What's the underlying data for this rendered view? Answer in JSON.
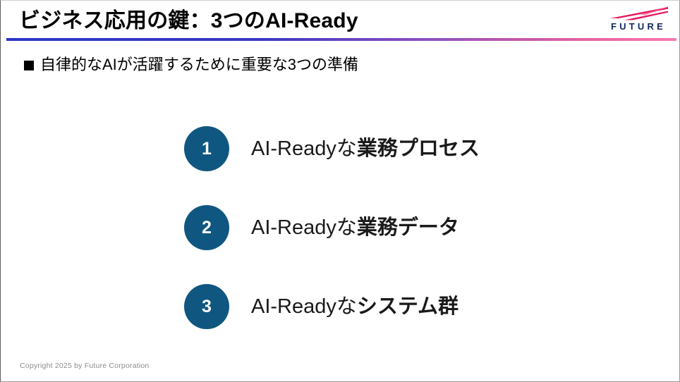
{
  "slide": {
    "title": "ビジネス応用の鍵：3つのAI-Ready",
    "subtitle": "自律的なAIが活躍するために重要な3つの準備",
    "bullet_glyph": "■"
  },
  "logo": {
    "wordmark": "FUTURE",
    "swoosh_color": "#e4004f",
    "wordmark_color": "#12275e"
  },
  "divider": {
    "start_color": "#2b35c8",
    "end_color": "#f97ab4"
  },
  "items": [
    {
      "number": "1",
      "lead": "AI-Readyな",
      "emph": "業務プロセス",
      "badge_color": "#0f5780"
    },
    {
      "number": "2",
      "lead": "AI-Readyな",
      "emph": "業務データ",
      "badge_color": "#0f5780"
    },
    {
      "number": "3",
      "lead": "AI-Readyな",
      "emph": "システム群",
      "badge_color": "#0f5780"
    }
  ],
  "footer": {
    "copyright": "Copyright 2025 by Future Corporation"
  }
}
